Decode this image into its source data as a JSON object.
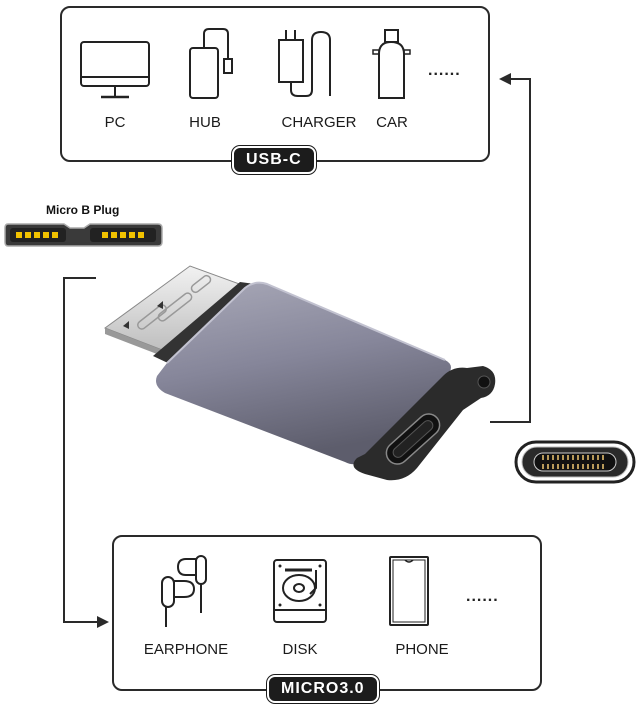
{
  "top_panel": {
    "badge": "USB-C",
    "items": [
      {
        "label": "PC",
        "icon": "monitor-icon"
      },
      {
        "label": "HUB",
        "icon": "hub-icon"
      },
      {
        "label": "CHARGER",
        "icon": "charger-icon"
      },
      {
        "label": "CAR",
        "icon": "car-adapter-icon"
      }
    ],
    "more": "......"
  },
  "micro_b": {
    "label": "Micro B Plug",
    "pin_color": "#f2c200"
  },
  "product": {
    "name": "Micro B to USB-C adapter",
    "body_color": "#8a8a9a",
    "cap_color": "#2b2b2b"
  },
  "bottom_panel": {
    "badge": "MICRO3.0",
    "items": [
      {
        "label": "EARPHONE",
        "icon": "earphone-icon"
      },
      {
        "label": "DISK",
        "icon": "disk-icon"
      },
      {
        "label": "PHONE",
        "icon": "phone-icon"
      }
    ],
    "more": "......"
  }
}
